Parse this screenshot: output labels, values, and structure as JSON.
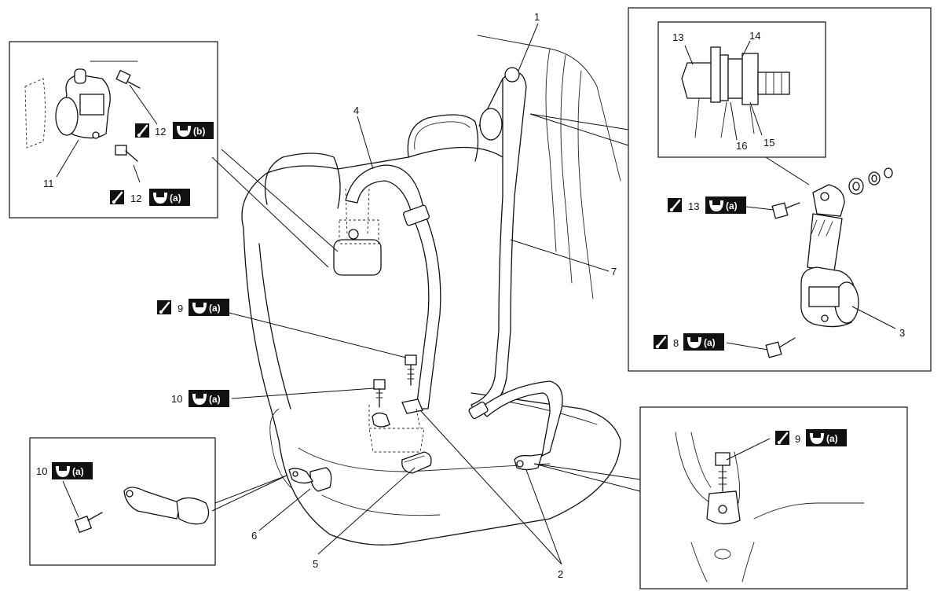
{
  "callouts": {
    "c1": "1",
    "c2": "2",
    "c3": "3",
    "c4": "4",
    "c5": "5",
    "c6": "6",
    "c7": "7",
    "c8": "8",
    "c9_main": "9",
    "c9_inset": "9",
    "c10_main": "10",
    "c10_inset": "10",
    "c11": "11",
    "c12_top": "12",
    "c12_bottom": "12",
    "c13_upper": "13",
    "c13_lower": "13",
    "c14": "14",
    "c15": "15",
    "c16": "16"
  },
  "torque_labels": {
    "a": "(a)",
    "b": "(b)"
  },
  "icons": {
    "grease": "apply-lock-icon",
    "torque": "torque-wrench-icon"
  }
}
